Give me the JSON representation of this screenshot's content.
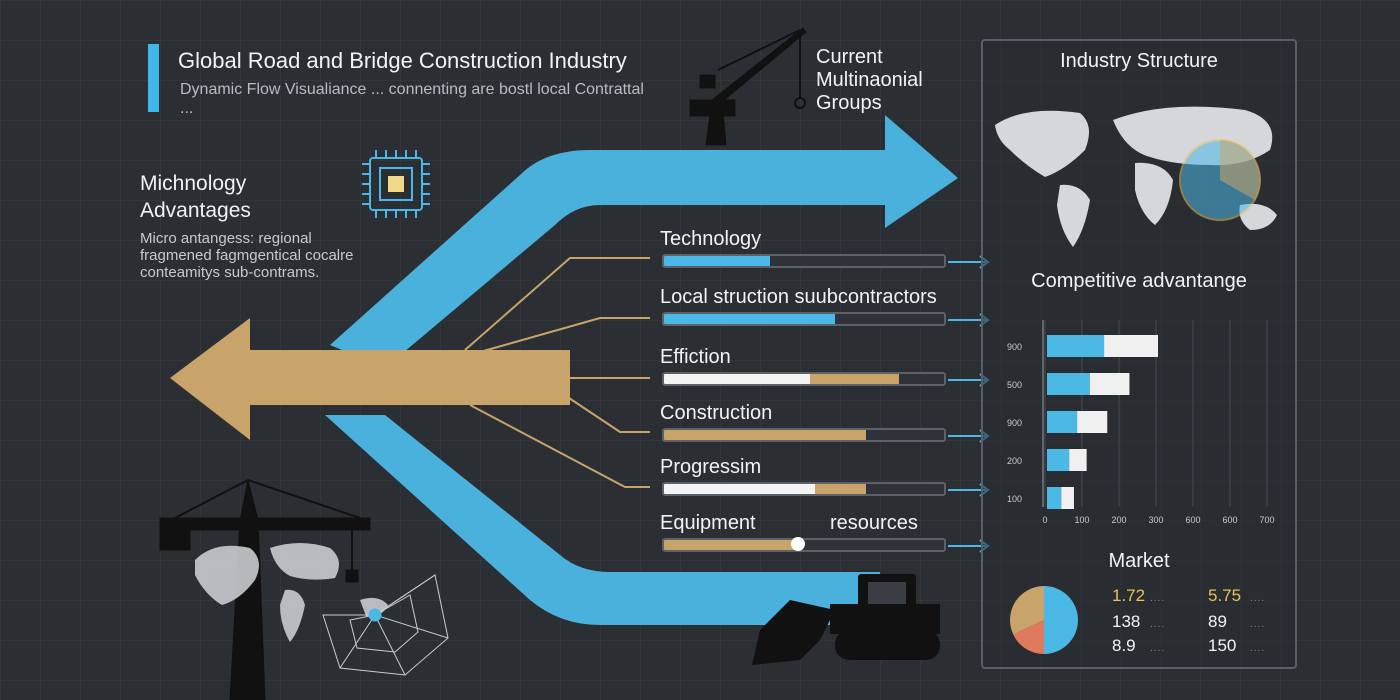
{
  "header": {
    "title": "Global Road and Bridge Construction Industry",
    "subtitle": "Dynamic Flow Visualiance ... connenting are bostl local Contrattal ..."
  },
  "tech": {
    "title": "Michnology Advantages",
    "description": "Micro antangess: regional fragmened fagmgentical cocalre conteamitys sub-contrams."
  },
  "crane_label": "Current Multinaonial Groups",
  "bars": [
    {
      "label": "Technology",
      "primary": 0.38,
      "secondary": 0,
      "primary_color": "#4cb8e6",
      "secondary_color": ""
    },
    {
      "label": "Local struction suubcontractors",
      "primary": 0.61,
      "secondary": 0,
      "primary_color": "#4cb8e6",
      "secondary_color": ""
    },
    {
      "label": "Effiction",
      "primary": 0.52,
      "secondary": 0.32,
      "primary_color": "#f4f4f4",
      "secondary_color": "#c9a46a"
    },
    {
      "label": "Construction",
      "primary": 0.72,
      "secondary": 0,
      "primary_color": "#c9a46a",
      "secondary_color": ""
    },
    {
      "label": "Progressim",
      "primary": 0.54,
      "secondary": 0.18,
      "primary_color": "#f4f4f4",
      "secondary_color": "#c9a46a"
    },
    {
      "label": "Equipment",
      "label2": "resources",
      "primary": 0.48,
      "secondary": 0,
      "primary_color": "#c9a46a",
      "secondary_color": ""
    }
  ],
  "panel": {
    "structure_title": "Industry Structure",
    "competitive_title": "Competitive advantange",
    "market_title": "Market"
  },
  "chart_data": {
    "type": "bar",
    "orientation": "horizontal",
    "title": "Competitive advantange",
    "categories": [
      "900",
      "500",
      "900",
      "200",
      "100"
    ],
    "x_ticks": [
      "0",
      "100",
      "200",
      "300",
      "600",
      "600",
      "700"
    ],
    "series": [
      {
        "values": [
          180,
          135,
          95,
          70,
          45
        ],
        "color": "#4cb8e6"
      },
      {
        "values": [
          170,
          125,
          95,
          55,
          40
        ],
        "color": "#f0f0f0"
      }
    ],
    "xlim": [
      0,
      700
    ]
  },
  "market": {
    "values": [
      {
        "left": "1.72",
        "right": "5.75"
      },
      {
        "left": "138",
        "right": "89"
      },
      {
        "left": "8.9",
        "right": "150"
      }
    ],
    "pie": [
      {
        "value": 0.5,
        "color": "#4cb8e6"
      },
      {
        "value": 0.18,
        "color": "#e07a5f"
      },
      {
        "value": 0.32,
        "color": "#c9a46a"
      }
    ]
  },
  "colors": {
    "accent_blue": "#4cb8e6",
    "accent_gold": "#c9a46a",
    "background": "#2b2e33"
  }
}
